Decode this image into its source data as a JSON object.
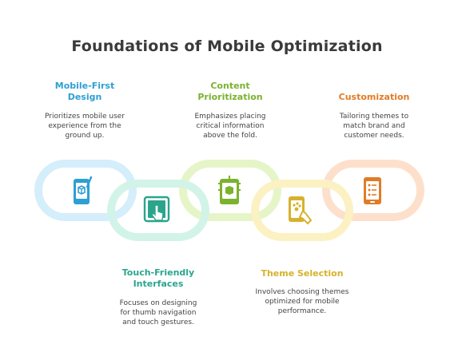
{
  "title": "Foundations of Mobile Optimization",
  "colors": {
    "mobile_first": "#2e9fd4",
    "touch_friendly": "#2aa58c",
    "content": "#7bb22e",
    "theme": "#d6b22c",
    "customization": "#e07c28"
  },
  "steps": [
    {
      "id": "mobile-first",
      "heading_line1": "Mobile-First",
      "heading_line2": "Design",
      "desc_line1": "Prioritizes mobile user",
      "desc_line2": "experience from the",
      "desc_line3": "ground up.",
      "icon": "phone-box-brush-icon"
    },
    {
      "id": "touch-friendly",
      "heading_line1": "Touch-Friendly",
      "heading_line2": "Interfaces",
      "desc_line1": "Focuses on designing",
      "desc_line2": "for thumb navigation",
      "desc_line3": "and touch gestures.",
      "icon": "tap-screen-icon"
    },
    {
      "id": "content",
      "heading_line1": "Content",
      "heading_line2": "Prioritization",
      "desc_line1": "Emphasizes placing",
      "desc_line2": "critical information",
      "desc_line3": "above the fold.",
      "icon": "phone-box-highlight-icon"
    },
    {
      "id": "theme",
      "heading_line1": "Theme Selection",
      "heading_line2": "",
      "desc_line1": "Involves choosing themes",
      "desc_line2": "optimized for mobile",
      "desc_line3": "performance.",
      "icon": "phone-tap-icon"
    },
    {
      "id": "customization",
      "heading_line1": "Customization",
      "heading_line2": "",
      "desc_line1": "Tailoring themes to",
      "desc_line2": "match brand and",
      "desc_line3": "customer needs.",
      "icon": "phone-checklist-icon"
    }
  ]
}
